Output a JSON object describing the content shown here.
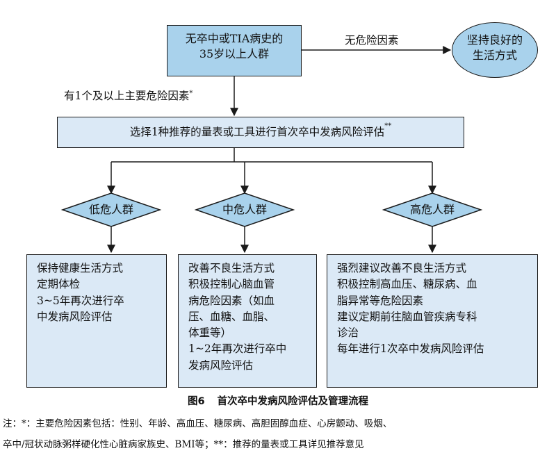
{
  "nodes": {
    "start": {
      "lines": [
        "无卒中或TIA病史的",
        "35岁以上人群"
      ]
    },
    "healthy": {
      "lines": [
        "坚持良好的",
        "生活方式"
      ]
    },
    "assess": {
      "text": "选择1种推荐的量表或工具进行首次卒中发病风险评估",
      "mark": "**"
    },
    "low": {
      "label": "低危人群"
    },
    "mid": {
      "label": "中危人群"
    },
    "high": {
      "label": "高危人群"
    },
    "low_box": {
      "lines": [
        "保持健康生活方式",
        "定期体检",
        "3~5年再次进行卒",
        "中发病风险评估"
      ]
    },
    "mid_box": {
      "lines": [
        "改善不良生活方式",
        "积极控制心脑血管",
        "病危险因素（如血",
        "压、血糖、血脂、",
        "体重等）",
        "1~2年再次进行卒中",
        "发病风险评估"
      ]
    },
    "high_box": {
      "lines": [
        "强烈建议改善不良生活方式",
        "积极控制高血压、糖尿病、血",
        "脂异常等危险因素",
        "建议定期前往脑血管疾病专科",
        "诊治",
        "每年进行1次卒中发病风险评估"
      ]
    }
  },
  "edges": {
    "no_risk": "无危险因素",
    "has_risk": {
      "text": "有1个及以上主要危险因素",
      "mark": "*"
    }
  },
  "caption": {
    "figure": "图6",
    "title": "首次卒中发病风险评估及管理流程"
  },
  "notes": [
    "注：*：主要危险因素包括：性别、年龄、高血压、糖尿病、高胆固醇血症、心房颤动、吸烟、",
    "卒中/冠状动脉粥样硬化性心脏病家族史、BMI等；**：推荐的量表或工具详见推荐意见"
  ],
  "colors": {
    "box_dark": "#a9d2ec",
    "box_light": "#dbe9f6",
    "stroke": "#1a1a1a"
  }
}
